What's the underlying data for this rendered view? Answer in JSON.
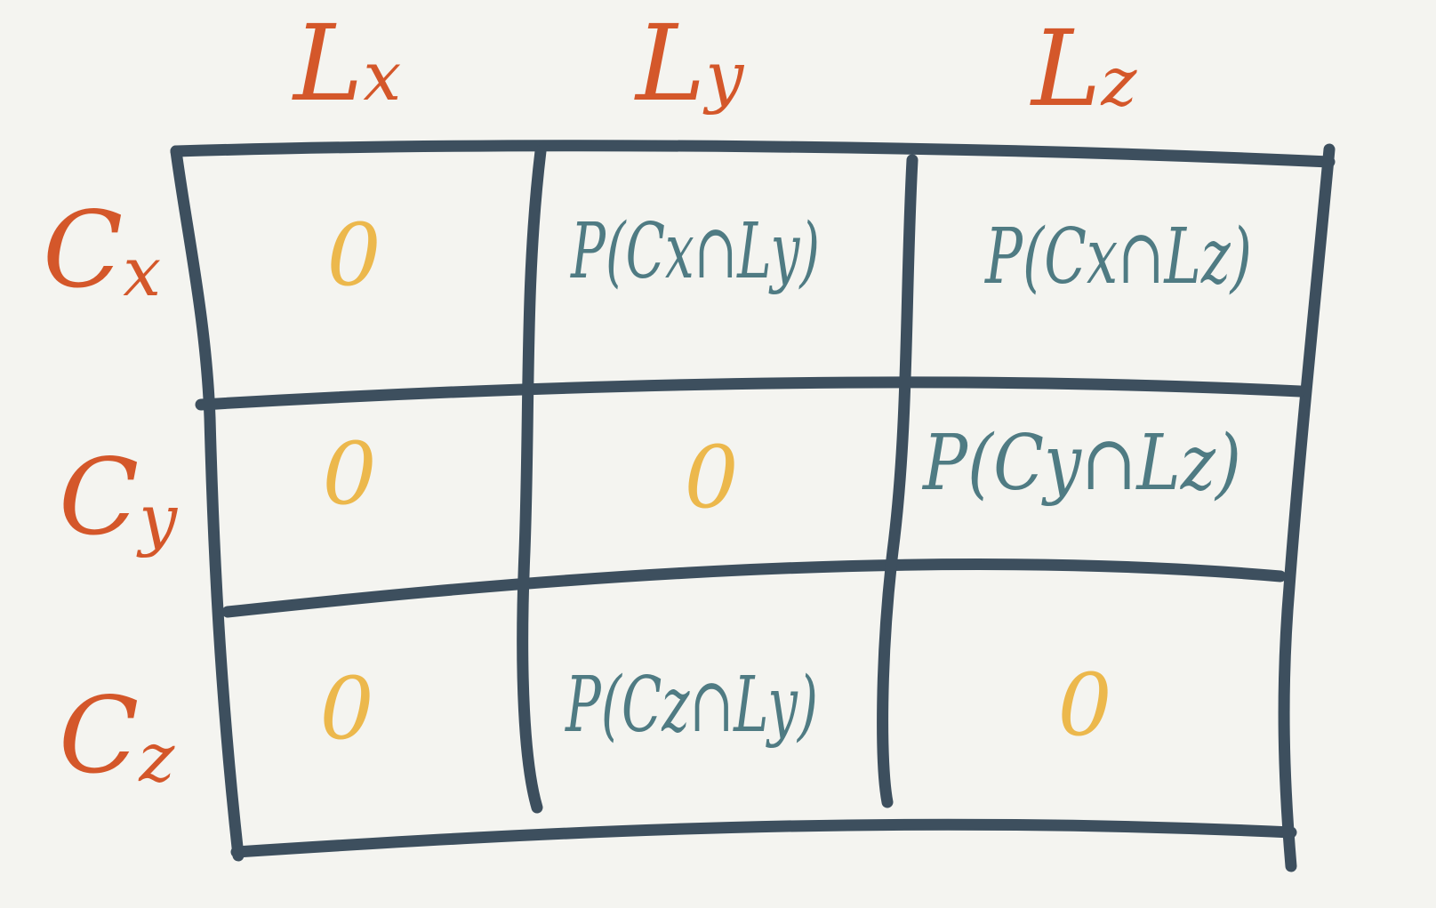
{
  "columns": [
    {
      "main": "L",
      "sub": "x"
    },
    {
      "main": "L",
      "sub": "y"
    },
    {
      "main": "L",
      "sub": "z"
    }
  ],
  "rows": [
    {
      "main": "C",
      "sub": "x"
    },
    {
      "main": "C",
      "sub": "y"
    },
    {
      "main": "C",
      "sub": "z"
    }
  ],
  "cells": [
    [
      "0",
      "P(Cx∩Ly)",
      "P(Cx∩Lz)"
    ],
    [
      "0",
      "0",
      "P(Cy∩Lz)"
    ],
    [
      "0",
      "P(Cz∩Ly)",
      "0"
    ]
  ],
  "colors": {
    "background": "#f4f4f0",
    "grid": "#3d4f5e",
    "headers": "#d4572a",
    "probability": "#4f7b83",
    "zero": "#ecb84c"
  }
}
